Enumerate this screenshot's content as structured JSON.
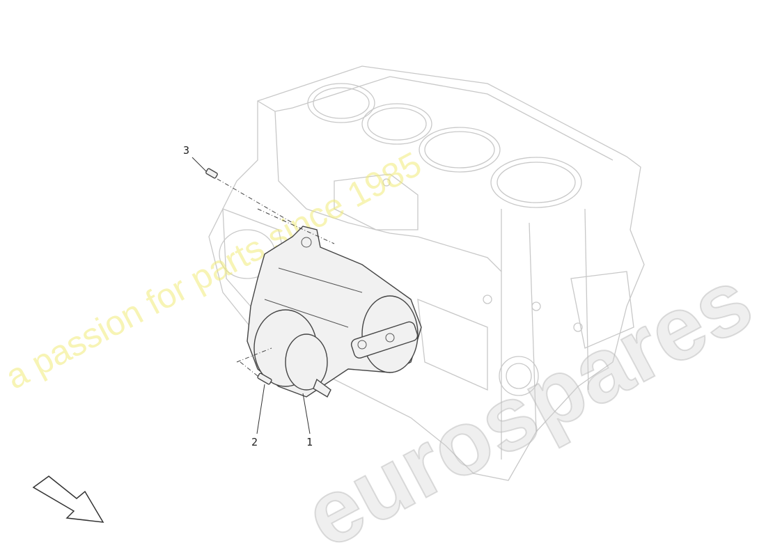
{
  "diagram": {
    "callouts": [
      {
        "id": "1",
        "label": "1"
      },
      {
        "id": "2",
        "label": "2"
      },
      {
        "id": "3",
        "label": "3"
      }
    ],
    "direction_arrow_icon": "arrow-down-right-icon"
  },
  "watermark": {
    "brand": "eurospares",
    "tagline": "a passion for parts since 1985",
    "brand_color": "#d2d2d2",
    "tagline_color": "#f0eb78"
  }
}
